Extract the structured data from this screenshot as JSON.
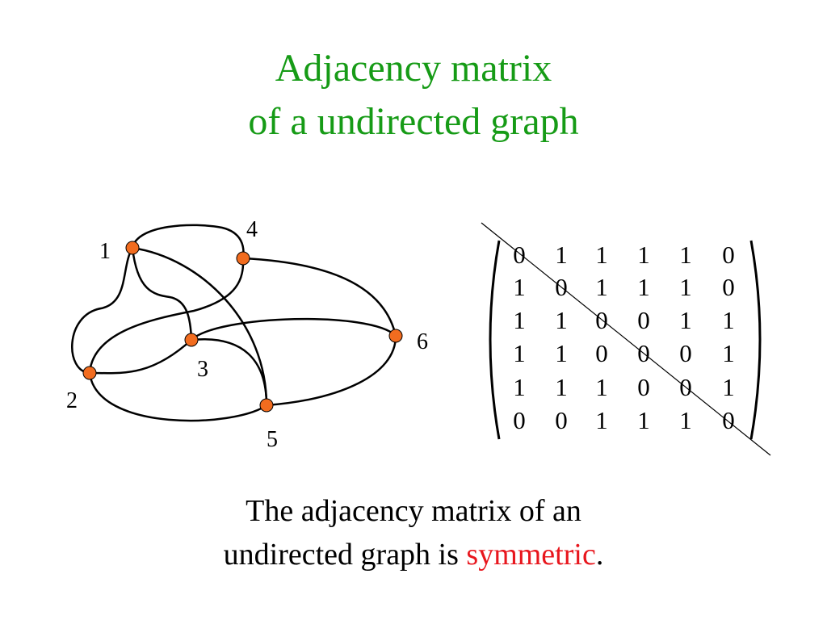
{
  "slide": {
    "title_line1": "Adjacency matrix",
    "title_line2": "of a undirected graph",
    "caption_line1": "The adjacency matrix of an",
    "caption_line2_prefix": "undirected graph is ",
    "caption_highlight": "symmetric",
    "caption_suffix": "."
  },
  "colors": {
    "title": "#169b16",
    "highlight": "#e8161d",
    "node_fill": "#f26c1f",
    "edge": "#000000"
  },
  "graph": {
    "nodes": [
      {
        "id": 1,
        "label": "1"
      },
      {
        "id": 2,
        "label": "2"
      },
      {
        "id": 3,
        "label": "3"
      },
      {
        "id": 4,
        "label": "4"
      },
      {
        "id": 5,
        "label": "5"
      },
      {
        "id": 6,
        "label": "6"
      }
    ],
    "edges": [
      [
        1,
        2
      ],
      [
        1,
        3
      ],
      [
        1,
        4
      ],
      [
        1,
        5
      ],
      [
        2,
        3
      ],
      [
        2,
        4
      ],
      [
        2,
        5
      ],
      [
        3,
        6
      ],
      [
        3,
        5
      ],
      [
        4,
        6
      ],
      [
        5,
        6
      ]
    ]
  },
  "matrix": {
    "rows": [
      [
        0,
        1,
        1,
        1,
        1,
        0
      ],
      [
        1,
        0,
        1,
        1,
        1,
        0
      ],
      [
        1,
        1,
        0,
        0,
        1,
        1
      ],
      [
        1,
        1,
        0,
        0,
        0,
        1
      ],
      [
        1,
        1,
        1,
        0,
        0,
        1
      ],
      [
        0,
        0,
        1,
        1,
        1,
        0
      ]
    ]
  }
}
